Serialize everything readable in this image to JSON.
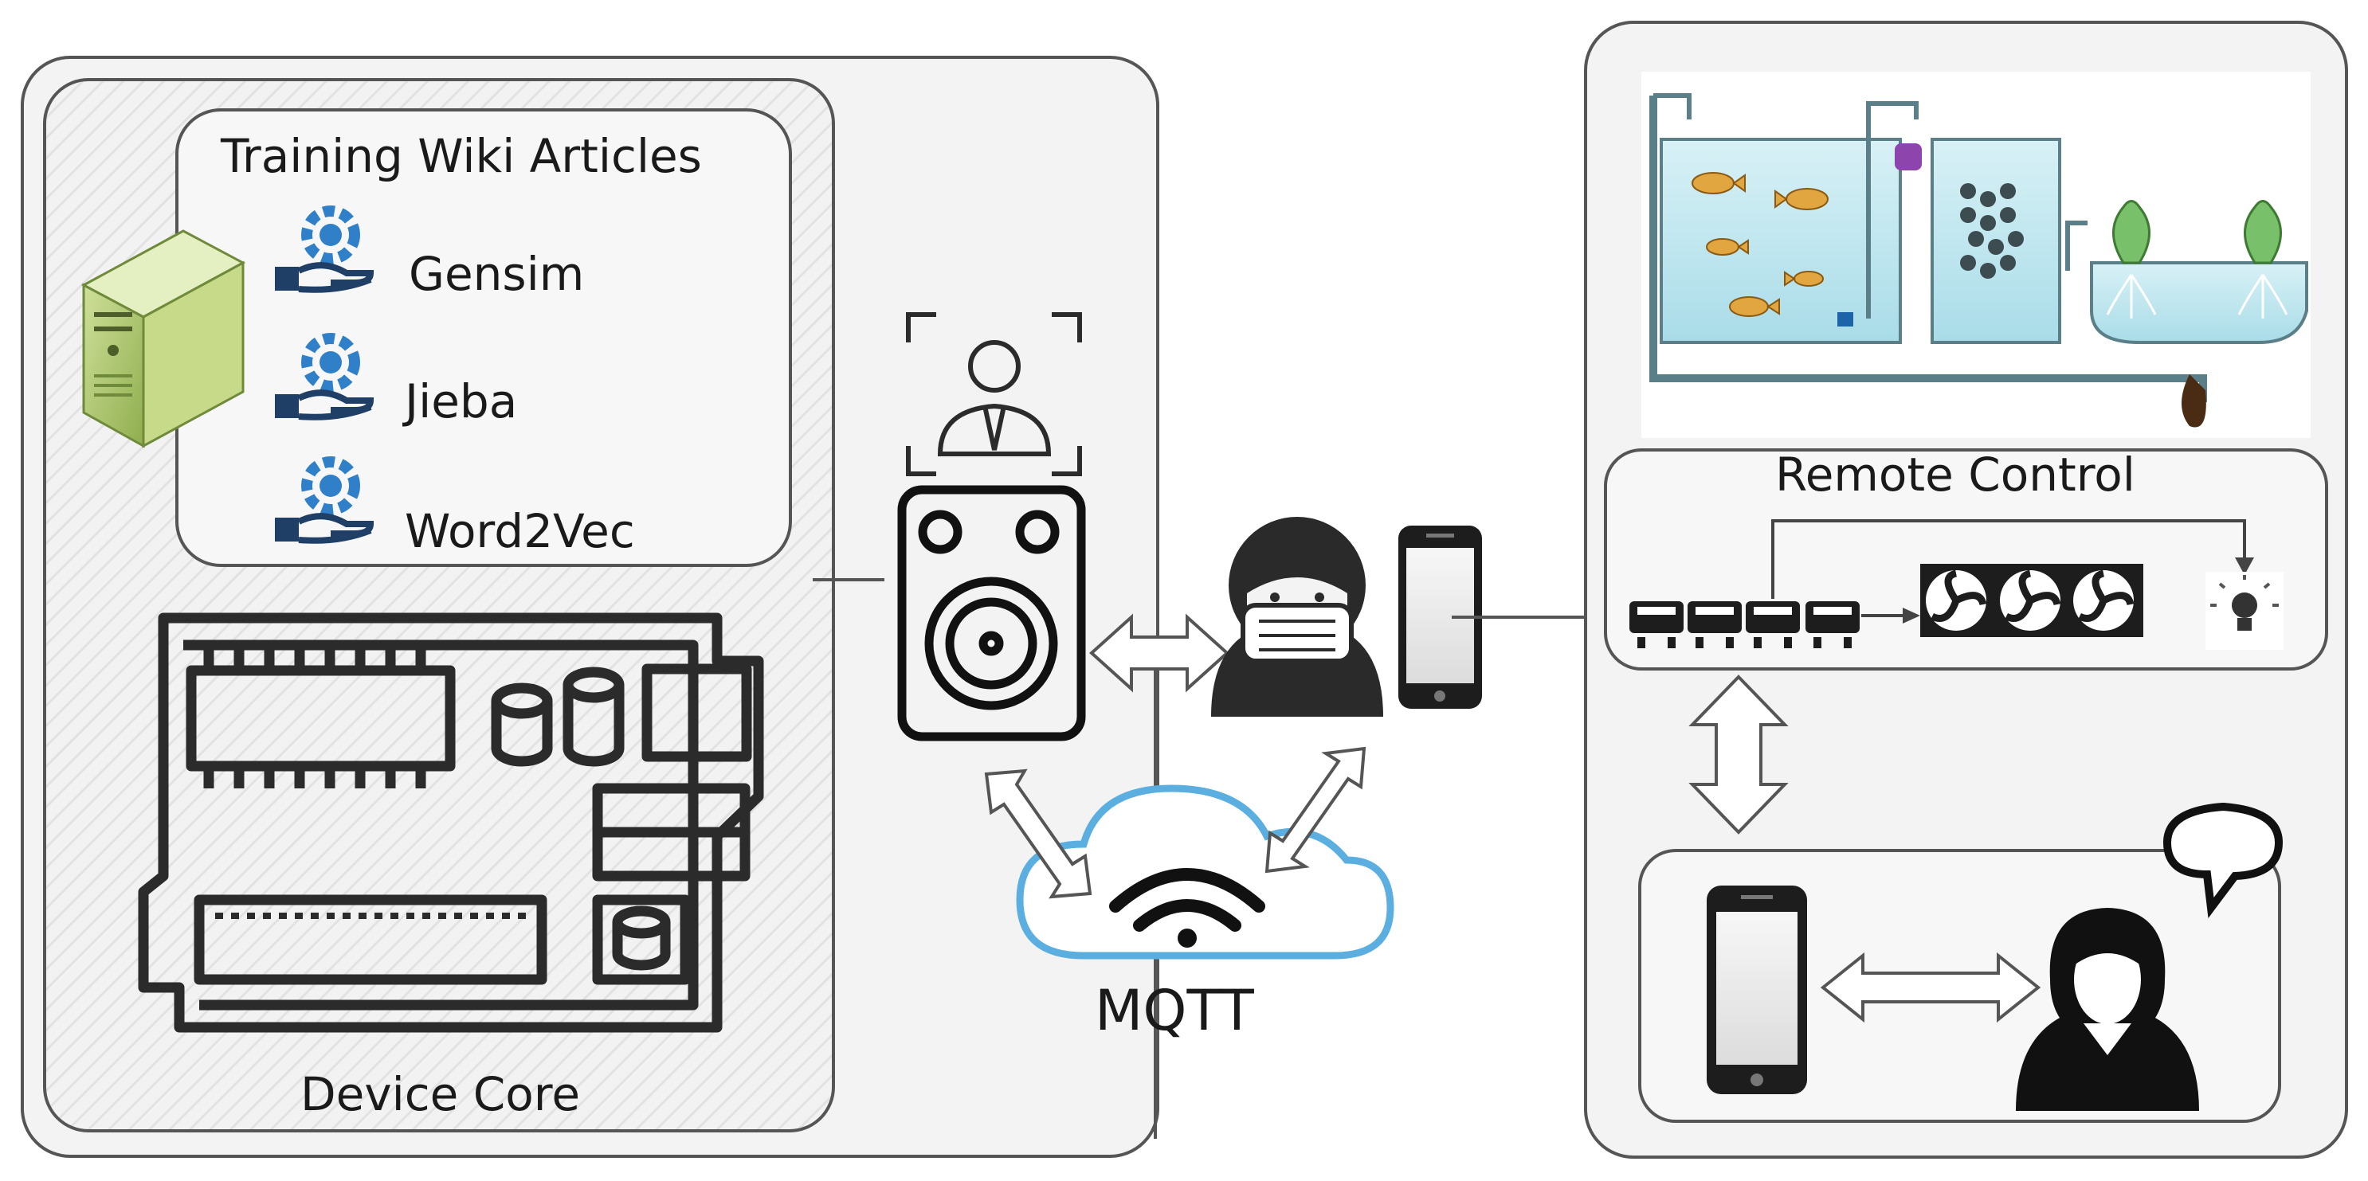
{
  "training": {
    "title": "Training Wiki Articles",
    "libraries": [
      "Gensim",
      "Jieba",
      "Word2Vec"
    ]
  },
  "device_core": {
    "title": "Device Core"
  },
  "cloud": {
    "label": "MQTT"
  },
  "remote_control": {
    "title": "Remote Control"
  },
  "colors": {
    "panel_fill": "#f4f4f4",
    "panel_stroke": "#555555",
    "gear_blue": "#2f80c8",
    "hand_dark": "#1f3f66",
    "server_green": "#a8c46a",
    "cloud_blue": "#5aaee0",
    "water": "#bfe6ef",
    "fish": "#e2a640",
    "plant": "#79c06a",
    "pump": "#8e44ad",
    "dark_icon": "#222222"
  },
  "icons": {
    "server": "server-tower-icon",
    "library": "gear-hand-icon",
    "board": "microcontroller-board-icon",
    "face": "face-recognition-icon",
    "speaker": "speaker-icon",
    "user": "masked-user-icon",
    "phone": "smartphone-icon",
    "wifi": "wifi-icon",
    "fans": "cooling-fan-icon",
    "bulb": "light-bulb-icon",
    "relay": "relay-module-icon",
    "chat": "speech-bubble-icon",
    "woman": "woman-user-icon",
    "aquaponics": "aquaponics-tank-icon"
  }
}
